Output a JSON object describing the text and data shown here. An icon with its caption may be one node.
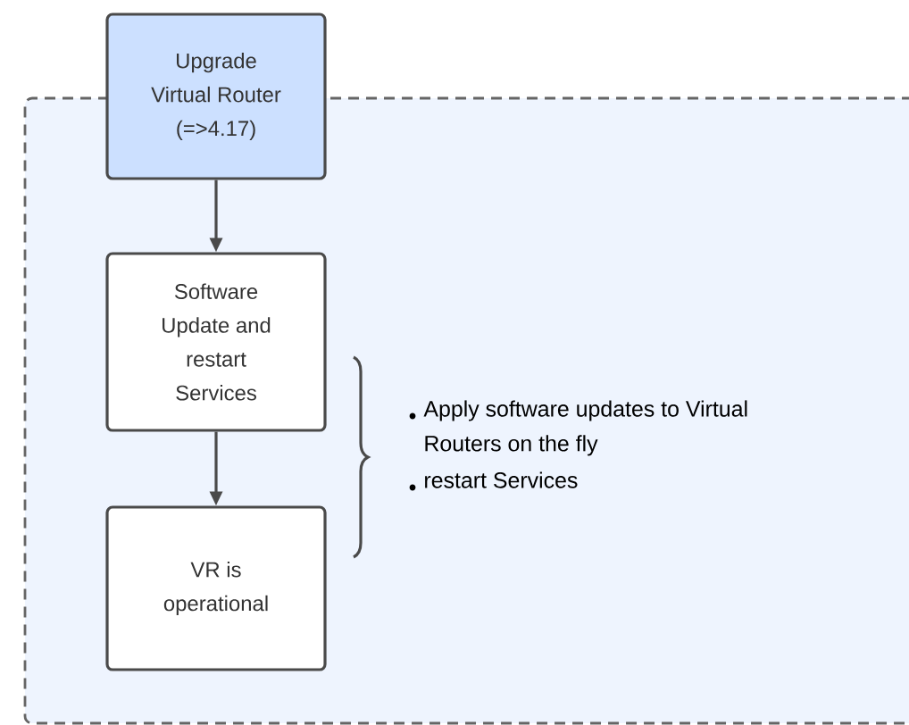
{
  "diagram": {
    "nodes": [
      {
        "text": [],
        "shape": "box"
      },
      {
        "text": [
          "Upgrade Virtual Router (=>4.17)"
        ]
      },
      {
        "text": [
          "Software Update and restart Services"
        ],
        "in": 0
      },
      {
        "text": [
          "VR is operational"
        ],
        "in": 0
      }
    ],
    "edges": [
      {
        "from": 1,
        "to": 2,
        "arrow": "to"
      },
      {
        "from": 2,
        "to": 3,
        "arrow": "to"
      }
    ],
    "labels": [
      "Apply software updates to Virtual Routers on the fly",
      "restart Services"
    ]
  }
}
